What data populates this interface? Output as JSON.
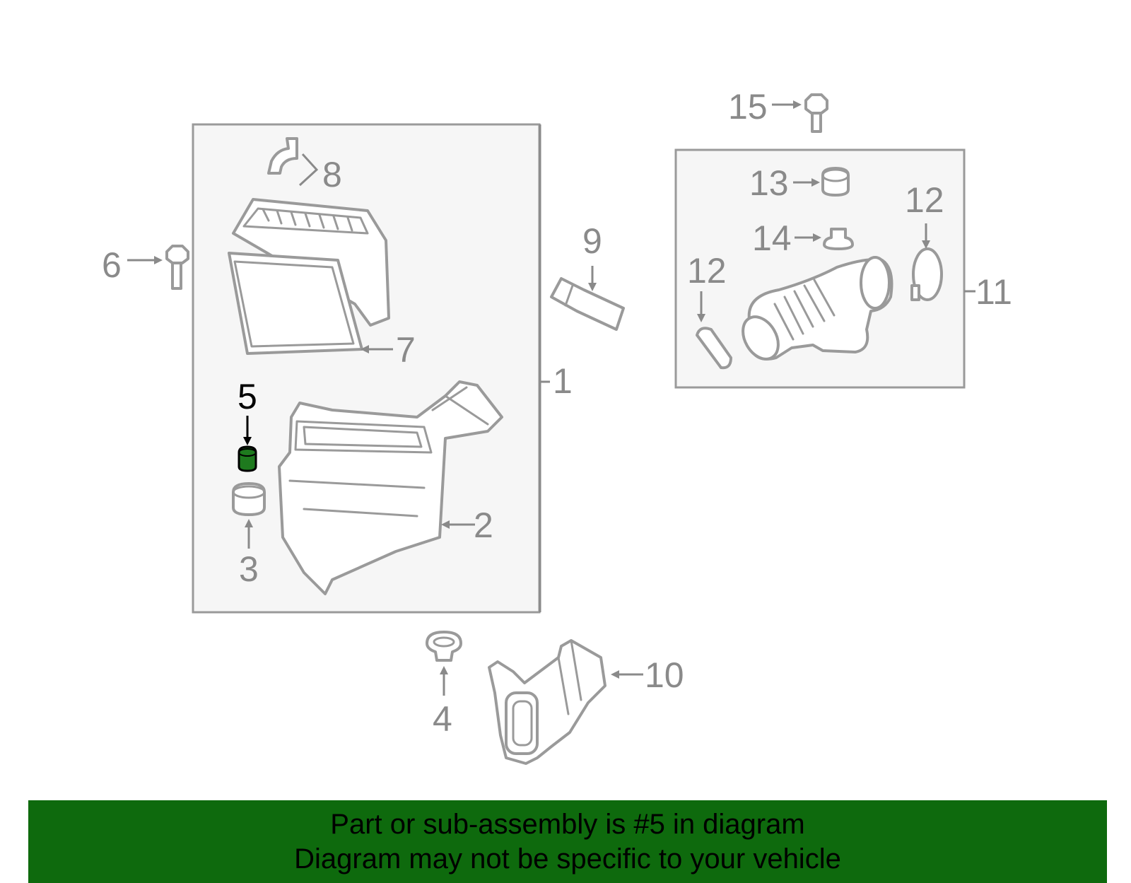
{
  "callouts": {
    "c1": "1",
    "c2": "2",
    "c3": "3",
    "c4": "4",
    "c5": "5",
    "c6": "6",
    "c7": "7",
    "c8": "8",
    "c9": "9",
    "c10": "10",
    "c11": "11",
    "c12a": "12",
    "c12b": "12",
    "c13": "13",
    "c14": "14",
    "c15": "15"
  },
  "highlighted_part": "5",
  "colors": {
    "highlight_fill": "#1e7a1e",
    "banner_bg": "#0e6a0d",
    "group_box_bg": "#f6f6f6",
    "line_gray": "#9a9a9a"
  },
  "banner": {
    "line1": "Part or sub-assembly is #5 in diagram",
    "line2": "Diagram may not be specific to your vehicle"
  }
}
